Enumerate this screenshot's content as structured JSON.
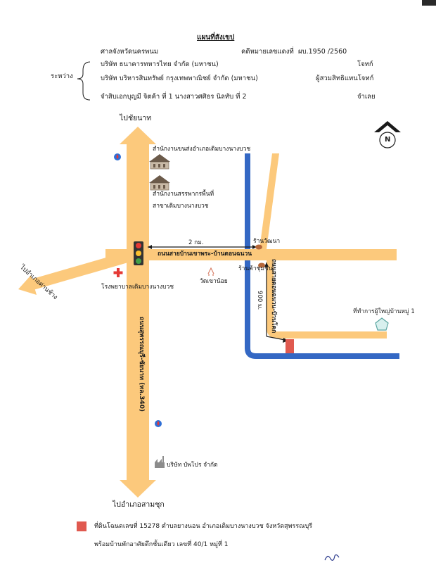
{
  "header": {
    "title": "แผนที่สังเขป",
    "court": "ศาลจังหวัดนครพนม",
    "case_label": "คดีหมายเลขแดงที่",
    "case_no": "ผบ.1950 /2560",
    "between": "ระหว่าง",
    "party1": "บริษัท ธนาคารทหารไทย จำกัด (มหาชน)",
    "role1": "โจทก์",
    "party2": "บริษัท บริหารสินทรัพย์ กรุงเทพพาณิชย์ จำกัด (มหาชน)",
    "role2": "ผู้สวมสิทธิแทนโจทก์",
    "party3": "จำสิบเอกบุญมี จิตค้า ที่ 1 นางสาวศศิธร นิลทับ ที่ 2",
    "role3": "จำเลย"
  },
  "north": "N",
  "labels": {
    "to_north": "ไปชัยนาท",
    "to_south": "ไปอำเภอสามชุก",
    "to_west": "ไปอำเภอด่านช้าง",
    "transport_office": "สำนักงานขนส่งอำเภอเดิมบางนางบวช",
    "revenue_office_1": "สำนักงานสรรพากรพื้นที่",
    "revenue_office_2": "สาขาเดิมบางนางบวช",
    "distance_2km": "2 กม.",
    "road_east": "ถนนสายบ้านเขาพระ-บ้านดอนฉนวน",
    "shop_1": "ร้านวัฒนา",
    "shop_2": "ร้านค้าชุมชน",
    "temple": "วัดเขาน้อย",
    "hospital": "โรงพยาบาลเดิมบางนางบวช",
    "main_road": "ถนนสุพรรณบุรี-ชัยนาท (ทล.340)",
    "side_road": "ถนนสายดอนฉนวน-บ้านโคก",
    "distance_900m": "900 ม.",
    "village_head": "ที่ทำการผู้ใหญ่บ้านหมู่ 1",
    "company": "บริษัท บัพโปร จำกัด"
  },
  "legend": {
    "line1": "ที่ดินโฉนดเลขที่ 15278 ตำบลยางนอน อำเภอเดิมบางนางบวช จังหวัดสุพรรณบุรี",
    "line2": "พร้อมบ้านพักอาศัยตึกชั้นเดียว เลขที่ 40/1 หมู่ที่ 1"
  },
  "colors": {
    "road": "#fcc97c",
    "canal": "#3468c4",
    "plot": "#e0594f",
    "text": "#1a1a1a"
  }
}
